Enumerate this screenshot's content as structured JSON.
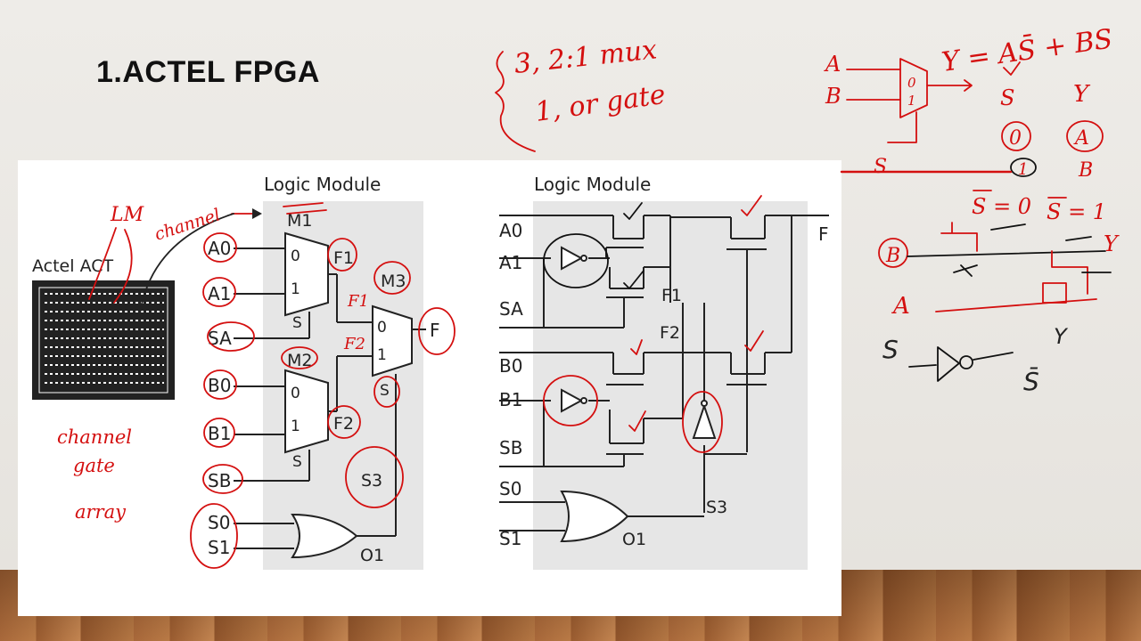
{
  "slide": {
    "title": "1.ACTEL FPGA"
  },
  "left_figure": {
    "chip_label": "Actel ACT",
    "module_title": "Logic Module",
    "mux1": {
      "label": "M1",
      "in0": "A0",
      "in1": "A1",
      "sel": "SA",
      "out": "F1",
      "port0": "0",
      "port1": "1",
      "port_s": "S"
    },
    "mux2": {
      "label": "M2",
      "in0": "B0",
      "in1": "B1",
      "sel": "SB",
      "out": "F2",
      "port0": "0",
      "port1": "1",
      "port_s": "S"
    },
    "mux3": {
      "label": "M3",
      "out": "F",
      "sel": "S3",
      "port0": "0",
      "port1": "1",
      "port_s": "S"
    },
    "or_gate": {
      "in0": "S0",
      "in1": "S1",
      "out": "O1"
    }
  },
  "right_figure": {
    "module_title": "Logic Module",
    "inputs": [
      "A0",
      "A1",
      "SA",
      "B0",
      "B1",
      "SB",
      "S0",
      "S1"
    ],
    "nodes": {
      "f1": "F1",
      "f2": "F2",
      "s3": "S3",
      "o1": "O1",
      "out": "F"
    }
  },
  "annotations": {
    "lm": "LM",
    "channel": "channel",
    "channel_gate_array": [
      "channel",
      "gate",
      "array"
    ],
    "f1": "F1",
    "f2": "F2",
    "brace_line1": "3, 2:1 mux",
    "brace_line2": "1, or gate",
    "equation": "Y = AS̄ + BS",
    "table": {
      "s_header": "S",
      "y_header": "Y",
      "row0_s": "0",
      "row0_y": "A",
      "row1_s": "1",
      "row1_y": "B"
    },
    "mux_in_a": "A",
    "mux_in_b": "B",
    "mux_port0": "0",
    "mux_port1": "1",
    "s_label": "S",
    "cond1": "S = 0",
    "cond2": "S = 1",
    "sw_b": "B",
    "sw_a": "A",
    "sw_y": "Y",
    "inv_in": "S",
    "inv_out_y": "Y",
    "s_bar": "S̄"
  },
  "colors": {
    "ink": "#d40f0f",
    "module_bg": "#e6e6e6",
    "line": "#222222"
  }
}
